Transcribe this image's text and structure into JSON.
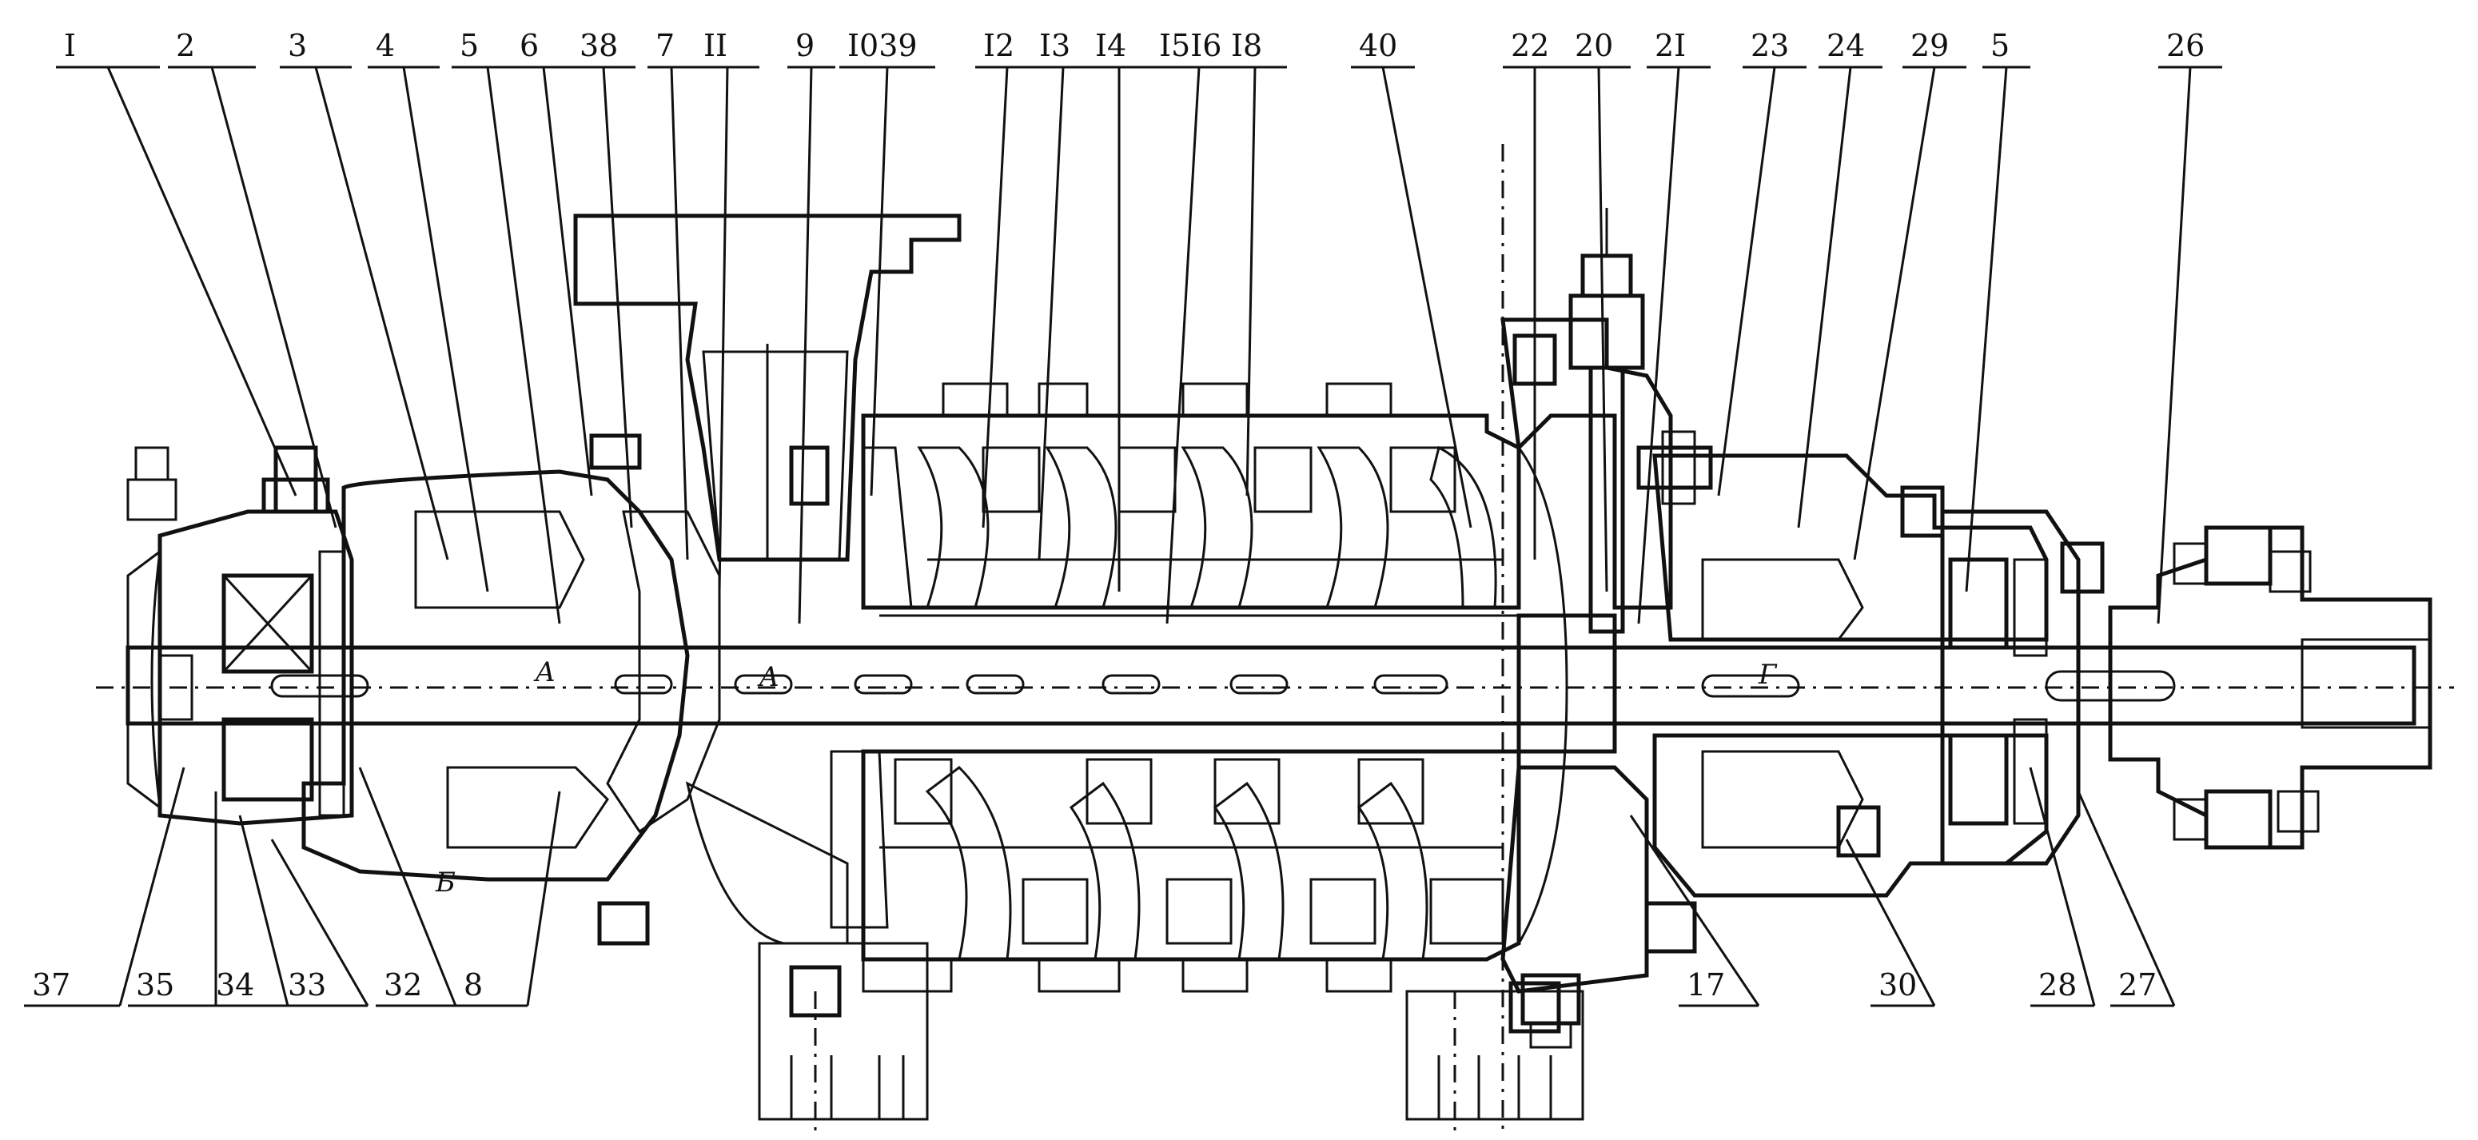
{
  "drawing": {
    "colors": {
      "ink": "#111111",
      "paper": "#ffffff"
    },
    "top_labels": [
      "I",
      "2",
      "3",
      "4",
      "5",
      "6",
      "38",
      "7",
      "II",
      "9",
      "I039",
      "I2",
      "I3",
      "I4",
      "I5I6",
      "I8",
      "40",
      "22",
      "20",
      "2I",
      "23",
      "24",
      "29",
      "5",
      "26"
    ],
    "bottom_labels": [
      "37",
      "35",
      "34",
      "33",
      "32",
      "8",
      "17",
      "30",
      "28",
      "27"
    ],
    "section_labels": [
      "A",
      "A",
      "Б",
      "Г"
    ]
  }
}
